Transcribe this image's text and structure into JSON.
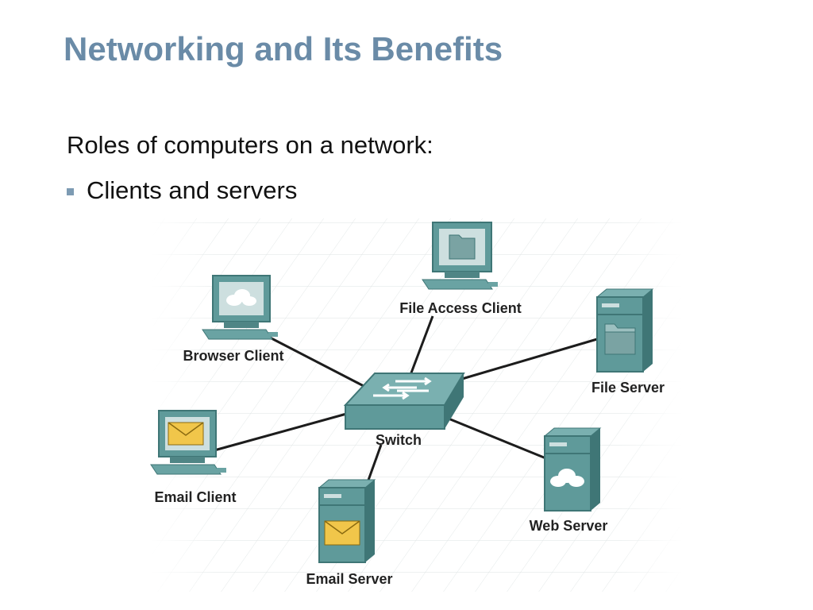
{
  "title": "Networking and Its Benefits",
  "intro": "Roles of computers on a network:",
  "bullets": [
    "Clients and servers"
  ],
  "diagram": {
    "nodes": {
      "file_access_client": "File Access Client",
      "browser_client": "Browser Client",
      "file_server": "File Server",
      "switch": "Switch",
      "email_client": "Email Client",
      "web_server": "Web Server",
      "email_server": "Email Server"
    }
  },
  "colors": {
    "title": "#6a8ba7",
    "device": "#5f9a9a",
    "device_dark": "#3f7676",
    "screen": "#d9e6e6",
    "envelope": "#f1c64a"
  }
}
